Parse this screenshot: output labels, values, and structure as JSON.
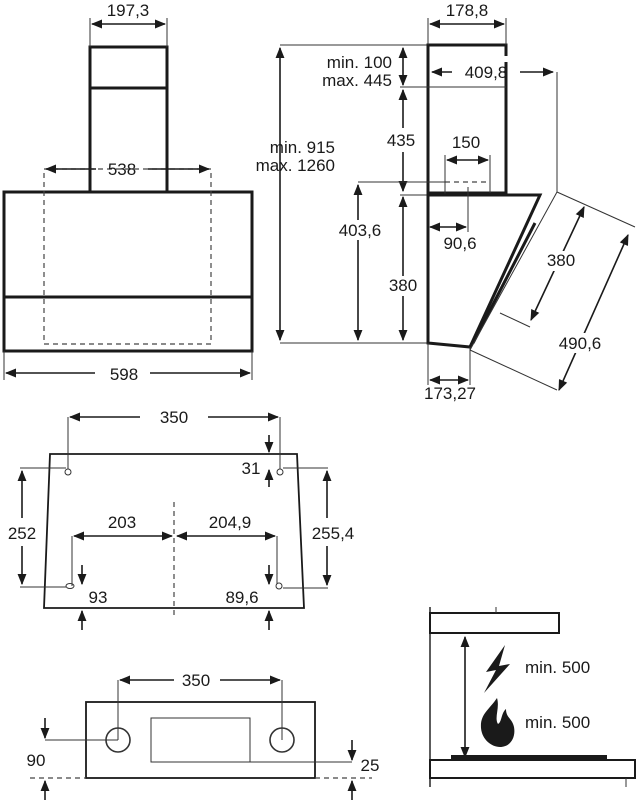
{
  "front_view": {
    "chimney_width": "197,3",
    "inner_width": "538",
    "total_width": "598"
  },
  "side_view": {
    "chimney_depth": "178,8",
    "top_gap_min": "min. 100",
    "top_gap_max": "max. 445",
    "total_height_min": "min. 915",
    "total_height_max": "max. 1260",
    "chimney_height": "435",
    "outlet_width": "150",
    "outlet_offset": "90,6",
    "hood_height_outer": "403,6",
    "hood_height": "380",
    "projection": "409,8",
    "panel_inner": "380",
    "panel_length": "490,6",
    "bottom_depth": "173,27"
  },
  "mounting_view": {
    "hole_spacing": "350",
    "top_offset": "31",
    "left_height": "252",
    "right_height": "255,4",
    "left_half": "203",
    "right_half": "204,9",
    "left_bottom": "93",
    "right_bottom": "89,6"
  },
  "top_view": {
    "hole_spacing": "350",
    "left_offset": "90",
    "right_offset": "25"
  },
  "clearance": {
    "electric_label": "min. 500",
    "gas_label": "min. 500",
    "icons": [
      "lightning-icon",
      "flame-icon"
    ]
  }
}
